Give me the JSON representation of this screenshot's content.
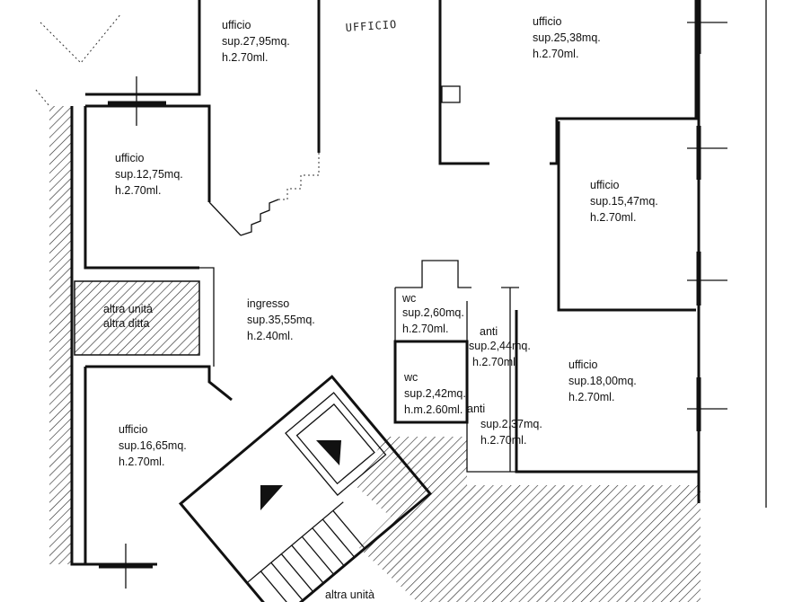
{
  "plan": {
    "handwritten_label": "UFFICIO",
    "rooms": [
      {
        "id": "room-ufficio-top-center",
        "lines": [
          "ufficio",
          "sup.27,95mq.",
          "h.2.70ml."
        ]
      },
      {
        "id": "room-ufficio-top-right",
        "lines": [
          "ufficio",
          "sup.25,38mq.",
          "h.2.70ml."
        ]
      },
      {
        "id": "room-ufficio-left-upper",
        "lines": [
          "ufficio",
          "sup.12,75mq.",
          "h.2.70ml."
        ]
      },
      {
        "id": "room-ufficio-right-middle",
        "lines": [
          "ufficio",
          "sup.15,47mq.",
          "h.2.70ml."
        ]
      },
      {
        "id": "room-altra-unita-left",
        "lines": [
          "altra unità",
          "altra ditta"
        ]
      },
      {
        "id": "room-ingresso",
        "lines": [
          "ingresso",
          "sup.35,55mq.",
          "h.2.40ml."
        ]
      },
      {
        "id": "room-wc-upper",
        "lines": [
          "wc",
          "sup.2,60mq.",
          "h.2.70ml."
        ]
      },
      {
        "id": "room-anti-upper",
        "lines": [
          "anti",
          "sup.2,44mq.",
          "h.2.70ml."
        ]
      },
      {
        "id": "room-ufficio-right-lower",
        "lines": [
          "ufficio",
          "sup.18,00mq.",
          "h.2.70ml."
        ]
      },
      {
        "id": "room-wc-lower",
        "lines": [
          "wc",
          "sup.2,42mq.",
          "h.m.2.60ml."
        ]
      },
      {
        "id": "room-anti-lower",
        "lines": [
          "anti",
          "sup.2,37mq.",
          "h.2.70ml."
        ]
      },
      {
        "id": "room-ufficio-left-lower",
        "lines": [
          "ufficio",
          "sup.16,65mq.",
          "h.2.70ml."
        ]
      },
      {
        "id": "room-altra-unita-bottom",
        "lines": [
          "altra unità"
        ]
      }
    ]
  }
}
